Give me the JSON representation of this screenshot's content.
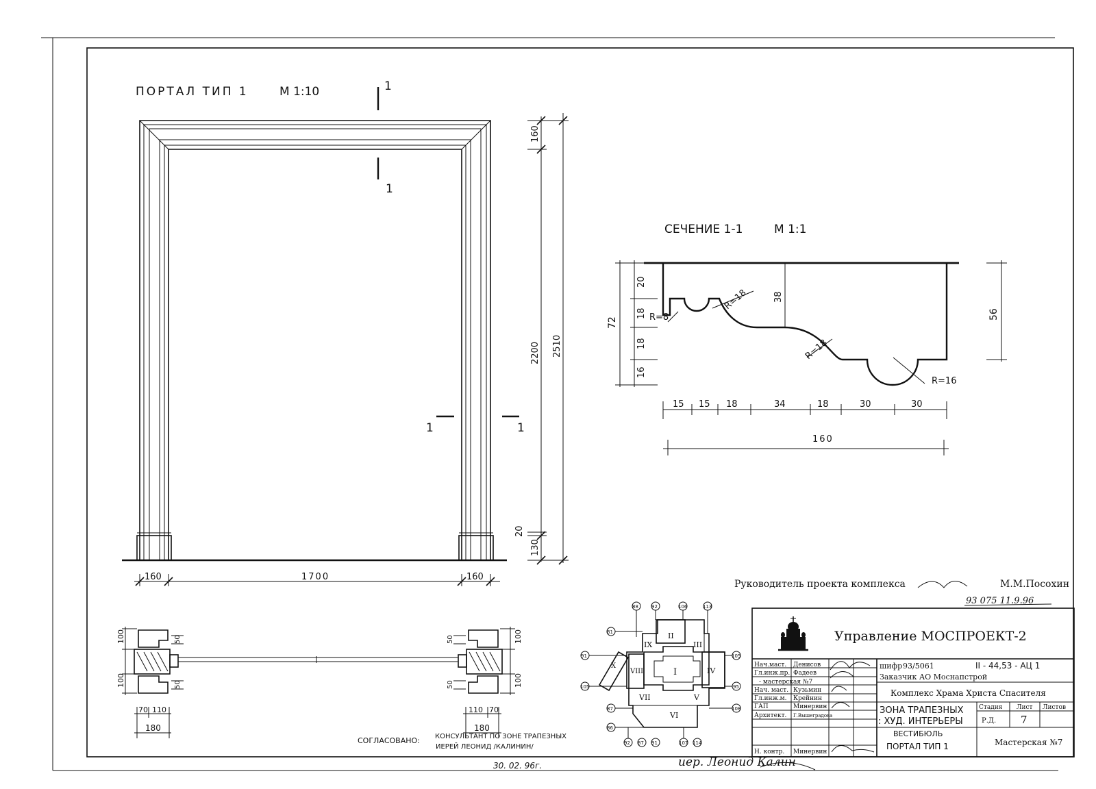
{
  "portal": {
    "title": "ПОРТАЛ ТИП 1",
    "scale": "М 1:10",
    "section_mark": "1",
    "dims": {
      "height_total": "2510",
      "height_opening": "2200",
      "top": "160",
      "base": "130",
      "base_gap": "20",
      "side_left": "160",
      "side_right": "160",
      "width_opening": "1700"
    }
  },
  "section": {
    "title": "СЕЧЕНИЕ 1-1",
    "scale": "М 1:1",
    "vertical_left": [
      "20",
      "18",
      "18",
      "16"
    ],
    "total_left": "72",
    "total_right": "56",
    "mid_depth": "38",
    "radii": [
      "R=8",
      "R=18",
      "R=18",
      "R=16"
    ],
    "horizontal": [
      "15",
      "15",
      "18",
      "34",
      "18",
      "30",
      "30"
    ],
    "total_width": "160"
  },
  "plan_details": {
    "left": {
      "h1": "100",
      "h2": "100",
      "s1": "50",
      "s2": "50",
      "w1": "70",
      "w2": "110",
      "total": "180"
    },
    "right": {
      "h1": "100",
      "h2": "100",
      "s1": "50",
      "s2": "50",
      "w1": "110",
      "w2": "70",
      "total": "180"
    }
  },
  "approval": {
    "label": "СОГЛАСОВАНО:",
    "line1": "КОНСУЛЬТАНТ ПО ЗОНЕ ТРАПЕЗНЫХ",
    "line2": "ИЕРЕЙ ЛЕОНИД /КАЛИНИН/",
    "date": "30. 02. 96г.",
    "signature": "иер. Леонид Калин"
  },
  "project_head": {
    "label": "Руководитель проекта комплекса",
    "name": "М.М.Посохин",
    "note": "93 075 11.9.96"
  },
  "key_plan": {
    "zones": [
      "I",
      "II",
      "III",
      "IV",
      "V",
      "VI",
      "VII",
      "VIII",
      "IX",
      "X"
    ],
    "axes_top": [
      "88",
      "92",
      "106",
      "113"
    ],
    "axes_bottom": [
      "92",
      "87",
      "91",
      "107",
      "114"
    ],
    "axes_left": [
      "81",
      "91",
      "105",
      "87",
      "86"
    ],
    "axes_right": [
      "105",
      "95",
      "108"
    ]
  },
  "title_block": {
    "org": "Управление МОСПРОЕКТ-2",
    "people": [
      {
        "role": "Нач.маст.",
        "name": "Денисов"
      },
      {
        "role": "Гл.инж.пр.",
        "name": "Фадеев"
      },
      {
        "role": "- мастерская №7",
        "name": ""
      },
      {
        "role": "Нач. маст.",
        "name": "Кузьмин"
      },
      {
        "role": "Гл.инж.м.",
        "name": "Крейнин"
      },
      {
        "role": "ГАП",
        "name": "Минервин"
      },
      {
        "role": "Архитект.",
        "name": "Г.Вышеградова"
      },
      {
        "role": "Н. контр.",
        "name": "Минервин"
      }
    ],
    "cipher_label": "шифр",
    "cipher": "93/5061",
    "doc_code": "II - 44,53 - АЦ 1",
    "customer": "Заказчик  АО Моснапстрой",
    "complex": "Комплекс Храма Христа Спасителя",
    "subject_line1": "ЗОНА ТРАПЕЗНЫХ",
    "subject_line2": ": ХУД. ИНТЕРЬЕРЫ",
    "sheet_title_line1": "ВЕСТИБЮЛЬ",
    "sheet_title_line2": "ПОРТАЛ  ТИП 1",
    "stage_label": "Стадия",
    "sheet_label": "Лист",
    "sheets_label": "Листов",
    "stage": "Р.Д.",
    "sheet_no": "7",
    "workshop": "Мастерская №7"
  }
}
